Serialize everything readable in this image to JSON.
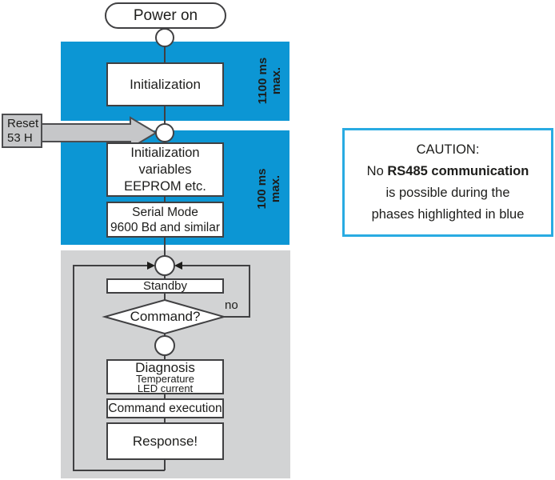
{
  "colors": {
    "highlight_blue": "#0c96d4",
    "panel_gray": "#d2d3d4",
    "outline_dark": "#404042",
    "arrow_gray": "#c6c7c9",
    "caution_border_blue": "#29abe2",
    "text_black": "#1d1d1b"
  },
  "flowchart": {
    "start_label": "Power on",
    "reset_box": {
      "line1": "Reset",
      "line2": "53 H"
    },
    "phase_boot": {
      "init_label": "Initialization",
      "duration_line1": "1100 ms",
      "duration_line2": "max."
    },
    "phase_init": {
      "vars_lines": [
        "Initialization",
        "variables",
        "EEPROM etc."
      ],
      "serial_lines": [
        "Serial Mode",
        "9600 Bd and similar"
      ],
      "duration_line1": "100 ms",
      "duration_line2": "max."
    },
    "main_loop": {
      "standby_label": "Standby",
      "decision_label": "Command?",
      "no_label": "no",
      "diagnosis_lines": [
        "Diagnosis",
        "Temperature",
        "LED current"
      ],
      "command_exec_label": "Command execution",
      "response_label": "Response!"
    }
  },
  "caution": {
    "title": "CAUTION:",
    "line2_prefix": "No ",
    "line2_bold": "RS485 communication",
    "line3": "is possible during the",
    "line4": "phases highlighted in blue"
  }
}
